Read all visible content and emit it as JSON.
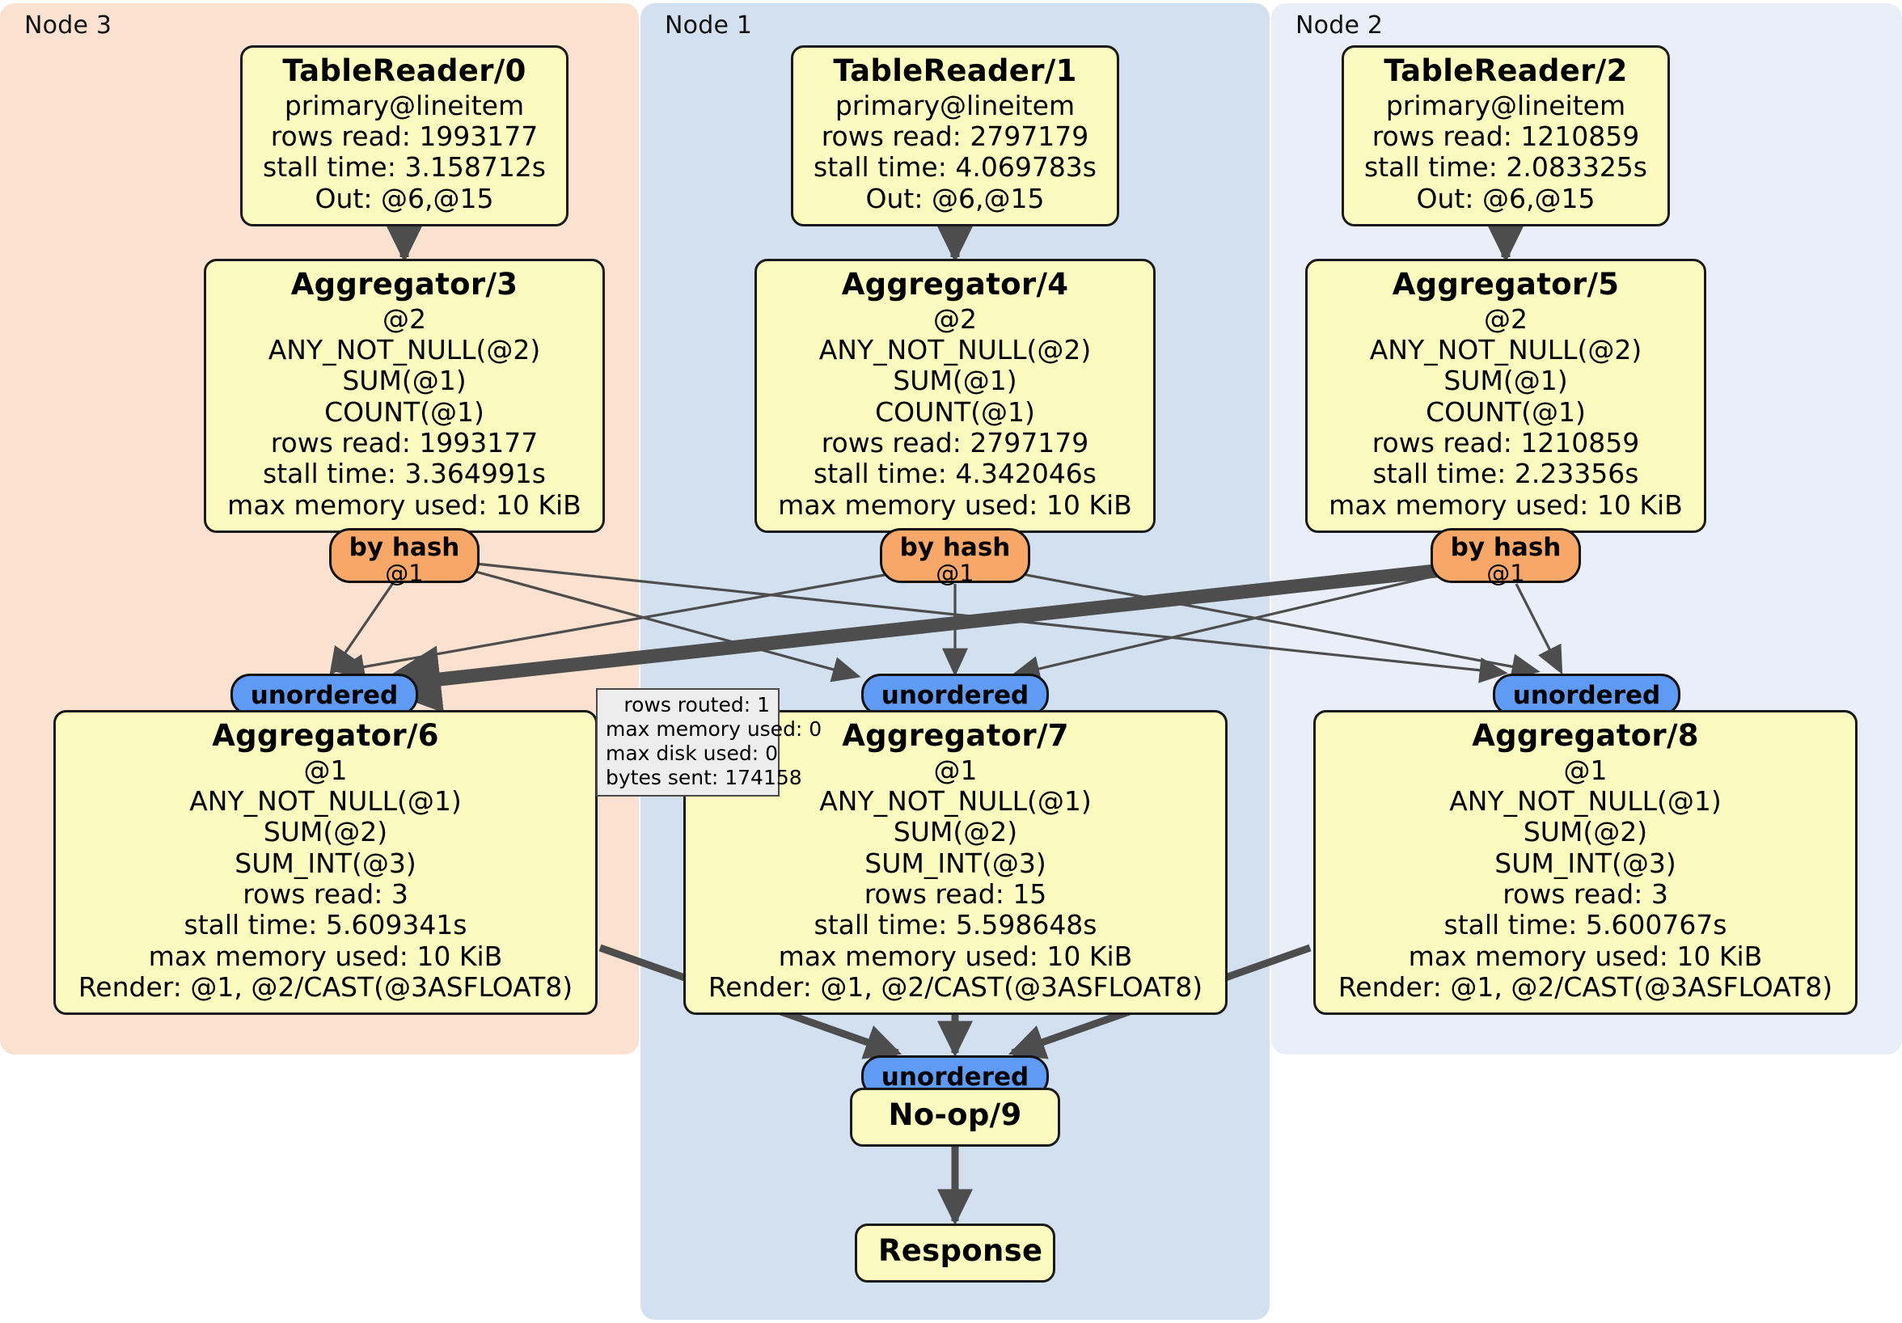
{
  "clusters": [
    {
      "label": "Node 3",
      "color": "#fbe1d0"
    },
    {
      "label": "Node 1",
      "color": "#d2e0ef"
    },
    {
      "label": "Node 2",
      "color": "#e9eef9"
    }
  ],
  "operators": {
    "table_reader_0": {
      "title": "TableReader/0",
      "lines": [
        "primary@lineitem",
        "rows read: 1993177",
        "stall time: 3.158712s",
        "Out: @6,@15"
      ]
    },
    "table_reader_1": {
      "title": "TableReader/1",
      "lines": [
        "primary@lineitem",
        "rows read: 2797179",
        "stall time: 4.069783s",
        "Out: @6,@15"
      ]
    },
    "table_reader_2": {
      "title": "TableReader/2",
      "lines": [
        "primary@lineitem",
        "rows read: 1210859",
        "stall time: 2.083325s",
        "Out: @6,@15"
      ]
    },
    "aggregator_3": {
      "title": "Aggregator/3",
      "lines": [
        "@2",
        "ANY_NOT_NULL(@2)",
        "SUM(@1)",
        "COUNT(@1)",
        "rows read: 1993177",
        "stall time: 3.364991s",
        "max memory used: 10 KiB"
      ]
    },
    "aggregator_4": {
      "title": "Aggregator/4",
      "lines": [
        "@2",
        "ANY_NOT_NULL(@2)",
        "SUM(@1)",
        "COUNT(@1)",
        "rows read: 2797179",
        "stall time: 4.342046s",
        "max memory used: 10 KiB"
      ]
    },
    "aggregator_5": {
      "title": "Aggregator/5",
      "lines": [
        "@2",
        "ANY_NOT_NULL(@2)",
        "SUM(@1)",
        "COUNT(@1)",
        "rows read: 1210859",
        "stall time: 2.23356s",
        "max memory used: 10 KiB"
      ]
    },
    "aggregator_6": {
      "title": "Aggregator/6",
      "lines": [
        "@1",
        "ANY_NOT_NULL(@1)",
        "SUM(@2)",
        "SUM_INT(@3)",
        "rows read: 3",
        "stall time: 5.609341s",
        "max memory used: 10 KiB",
        "Render: @1, @2/CAST(@3ASFLOAT8)"
      ]
    },
    "aggregator_7": {
      "title": "Aggregator/7",
      "lines": [
        "@1",
        "ANY_NOT_NULL(@1)",
        "SUM(@2)",
        "SUM_INT(@3)",
        "rows read: 15",
        "stall time: 5.598648s",
        "max memory used: 10 KiB",
        "Render: @1, @2/CAST(@3ASFLOAT8)"
      ]
    },
    "aggregator_8": {
      "title": "Aggregator/8",
      "lines": [
        "@1",
        "ANY_NOT_NULL(@1)",
        "SUM(@2)",
        "SUM_INT(@3)",
        "rows read: 3",
        "stall time: 5.600767s",
        "max memory used: 10 KiB",
        "Render: @1, @2/CAST(@3ASFLOAT8)"
      ]
    },
    "noop_9": {
      "title": "No-op/9",
      "lines": []
    },
    "response": {
      "title": "Response",
      "lines": []
    }
  },
  "routers": {
    "by_hash_label": "by hash",
    "by_hash_column": "@1",
    "unordered_label": "unordered"
  },
  "tooltip": {
    "lines": [
      "rows routed: 1",
      "max memory used: 0",
      "max disk used: 0",
      "bytes sent: 174158"
    ]
  },
  "colors": {
    "operator_fill": "#fbfbbf",
    "hash_router_fill": "#f7a768",
    "unordered_router_fill": "#5f9af5",
    "node3_panel": "#fbe1d0",
    "node1_panel": "#d2e0ef",
    "node2_panel": "#e9eef9",
    "edge": "#4d4d4d",
    "tooltip_fill": "#ededed"
  },
  "chart_data": {
    "type": "diagram",
    "title": "Distributed query execution plan",
    "nodes": [
      {
        "id": "TableReader/0",
        "cluster": "Node 3",
        "rows_read": 1993177,
        "stall_time_s": 3.158712,
        "table": "primary@lineitem",
        "out": "@6,@15"
      },
      {
        "id": "TableReader/1",
        "cluster": "Node 1",
        "rows_read": 2797179,
        "stall_time_s": 4.069783,
        "table": "primary@lineitem",
        "out": "@6,@15"
      },
      {
        "id": "TableReader/2",
        "cluster": "Node 2",
        "rows_read": 1210859,
        "stall_time_s": 2.083325,
        "table": "primary@lineitem",
        "out": "@6,@15"
      },
      {
        "id": "Aggregator/3",
        "cluster": "Node 3",
        "rows_read": 1993177,
        "stall_time_s": 3.364991,
        "max_memory": "10 KiB"
      },
      {
        "id": "Aggregator/4",
        "cluster": "Node 1",
        "rows_read": 2797179,
        "stall_time_s": 4.342046,
        "max_memory": "10 KiB"
      },
      {
        "id": "Aggregator/5",
        "cluster": "Node 2",
        "rows_read": 1210859,
        "stall_time_s": 2.23356,
        "max_memory": "10 KiB"
      },
      {
        "id": "Aggregator/6",
        "cluster": "Node 3",
        "rows_read": 3,
        "stall_time_s": 5.609341,
        "max_memory": "10 KiB"
      },
      {
        "id": "Aggregator/7",
        "cluster": "Node 1",
        "rows_read": 15,
        "stall_time_s": 5.598648,
        "max_memory": "10 KiB"
      },
      {
        "id": "Aggregator/8",
        "cluster": "Node 2",
        "rows_read": 3,
        "stall_time_s": 5.600767,
        "max_memory": "10 KiB"
      },
      {
        "id": "No-op/9",
        "cluster": "Node 1"
      },
      {
        "id": "Response",
        "cluster": "Node 1"
      }
    ],
    "edge_stats": {
      "rows_routed": 1,
      "max_memory_used": 0,
      "max_disk_used": 0,
      "bytes_sent": 174158
    }
  }
}
